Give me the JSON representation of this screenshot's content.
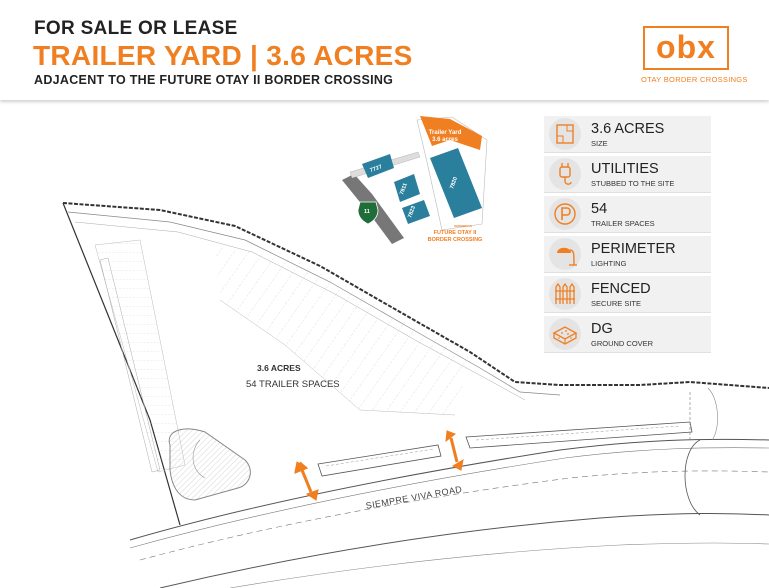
{
  "header": {
    "line1": "FOR SALE OR LEASE",
    "line2": "TRAILER YARD | 3.6 ACRES",
    "line3": "ADJACENT TO THE FUTURE OTAY II BORDER CROSSING"
  },
  "logo": {
    "text": "obx",
    "tagline": "OTAY BORDER CROSSINGS"
  },
  "site_plan": {
    "acres_label": "3.6 ACRES",
    "spaces_label": "54 TRAILER SPACES",
    "road_name": "SIEMPRE VIVA ROAD"
  },
  "inset_map": {
    "yard_label_line1": "Trailer Yard",
    "yard_label_line2": "3.6 acres",
    "crossing_line1": "FUTURE OTAY II",
    "crossing_line2": "BORDER CROSSING",
    "route_shield": "11",
    "buildings": [
      "7727",
      "7811",
      "7823",
      "7820"
    ]
  },
  "features": [
    {
      "value": "3.6 ACRES",
      "label": "SIZE",
      "icon": "site-size-icon"
    },
    {
      "value": "UTILITIES",
      "label": "STUBBED TO THE SITE",
      "icon": "plug-icon"
    },
    {
      "value": "54",
      "label": "TRAILER SPACES",
      "icon": "parking-icon"
    },
    {
      "value": "PERIMETER",
      "label": "LIGHTING",
      "icon": "lamp-icon"
    },
    {
      "value": "FENCED",
      "label": "SECURE SITE",
      "icon": "fence-icon"
    },
    {
      "value": "DG",
      "label": "GROUND COVER",
      "icon": "ground-cover-icon"
    }
  ],
  "colors": {
    "accent": "#f07f21",
    "building": "#2a7f9c",
    "text": "#222222"
  }
}
